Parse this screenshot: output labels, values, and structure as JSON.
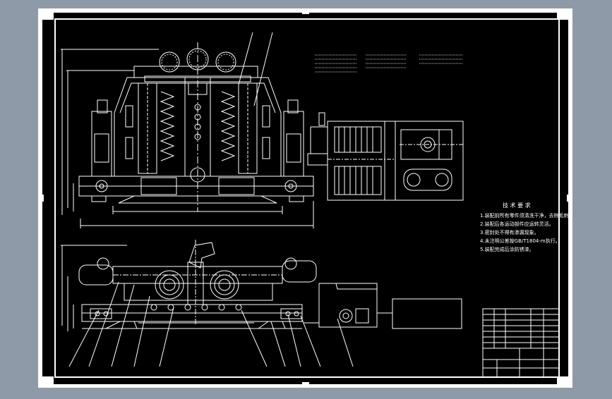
{
  "viewport": {
    "background_color": "#8f9aa8",
    "sheet_color": "#ffffff",
    "paper_color": "#000000",
    "line_color": "#ffffff"
  },
  "drawing": {
    "technical_requirements": {
      "heading": "技 术 要 求",
      "lines": [
        "1.装配前所有零件须清洗干净，去除毛刺。",
        "2.装配后各运动部件应运转灵活。",
        "3.密封处不得有渗漏现象。",
        "4.未注明公差按GB/T1804-m执行。",
        "5.装配完成后涂防锈漆。"
      ]
    },
    "title_block": {
      "name": "",
      "scale": ""
    }
  }
}
